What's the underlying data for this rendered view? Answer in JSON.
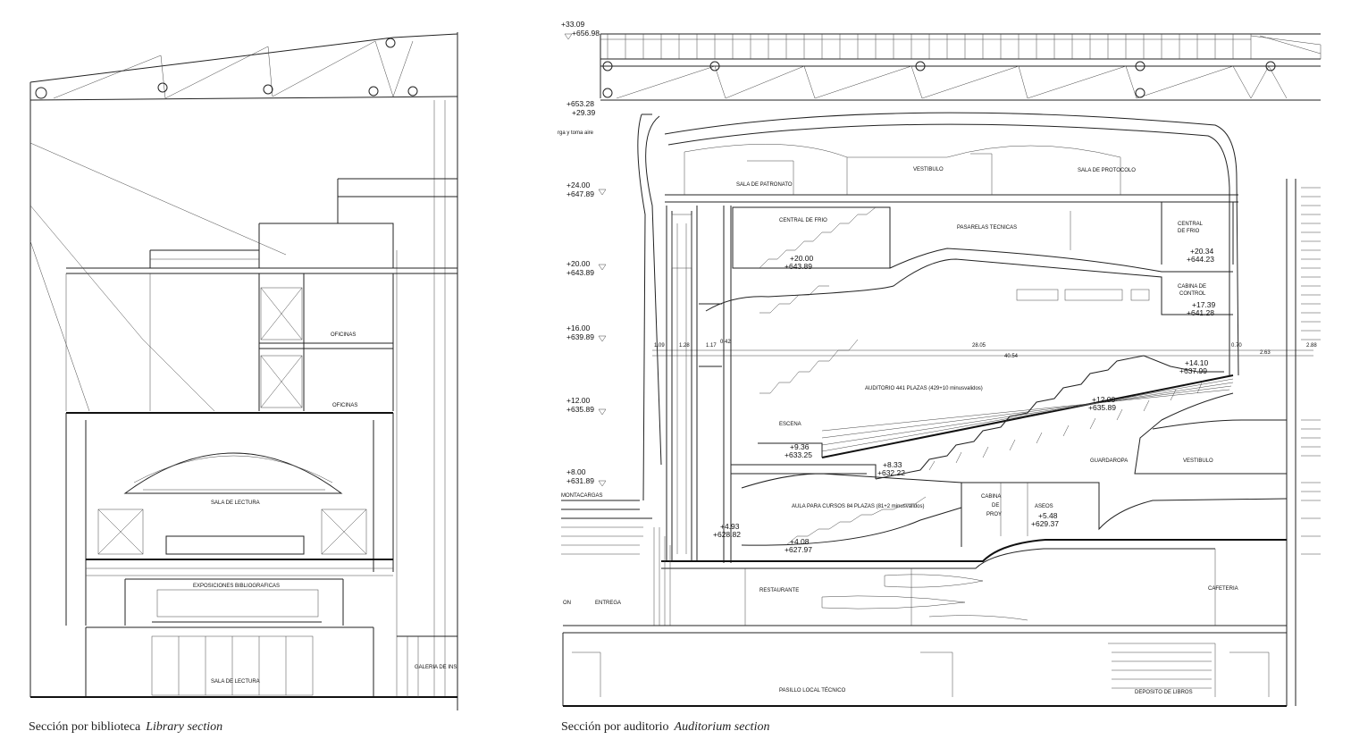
{
  "captions": {
    "library": {
      "es": "Sección por biblioteca",
      "en": "Library section"
    },
    "auditorium": {
      "es": "Sección por auditorio",
      "en": "Auditorium section"
    }
  },
  "library_labels": {
    "oficinas_1": "OFICINAS",
    "oficinas_2": "OFICINAS",
    "sala_lectura_1": "SALA DE LECTURA",
    "exposiciones": "EXPOSICIONES BIBLIOGRAFICAS",
    "sala_lectura_2": "SALA DE LECTURA",
    "galeria": "GALERIA DE INS"
  },
  "auditorium_labels": {
    "sala_patronato": "SALA DE PATRONATO",
    "vestibulo_top": "VESTIBULO",
    "sala_protocolo": "SALA DE PROTOCOLO",
    "central_frio_1": "CENTRAL DE FRIO",
    "pasarelas": "PASARELAS TECNICAS",
    "central_frio_2a": "CENTRAL",
    "central_frio_2b": "DE FRIO",
    "cabina_control_a": "CABINA DE",
    "cabina_control_b": "CONTROL",
    "auditorio": "AUDITORIO 441 PLAZAS (429+10 minusvalidos)",
    "escena": "ESCENA",
    "guardaropa": "GUARDAROPA",
    "vestibulo_mid": "VESTIBULO",
    "montacargas": "MONTACARGAS",
    "aula": "AULA PARA CURSOS 84 PLAZAS (81+2 minusvalidos)",
    "cabina_proy_a": "CABINA",
    "cabina_proy_b": "DE",
    "cabina_proy_c": "PROY",
    "aseos": "ASEOS",
    "restaurante": "RESTAURANTE",
    "entrega": "ENTREGA",
    "on": "ON",
    "cafeteria": "CAFETERIA",
    "pasillo": "PASILLO LOCAL TÉCNICO",
    "deposito": "DEPOSITO DE LIBROS",
    "carga": "rga y toma aire"
  },
  "levels_left": [
    {
      "rel": "+33.09",
      "abs": "+656.98"
    },
    {
      "rel": "+653.28",
      "abs": "+29.39"
    },
    {
      "rel": "+24.00",
      "abs": "+647.89"
    },
    {
      "rel": "+20.00",
      "abs": "+643.89"
    },
    {
      "rel": "+16.00",
      "abs": "+639.89"
    },
    {
      "rel": "+12.00",
      "abs": "+635.89"
    },
    {
      "rel": "+8.00",
      "abs": "+631.89"
    }
  ],
  "levels_inner": [
    {
      "rel": "+20.00",
      "abs": "+643.89"
    },
    {
      "rel": "+20.34",
      "abs": "+644.23"
    },
    {
      "rel": "+17.39",
      "abs": "+641.28"
    },
    {
      "rel": "+14.10",
      "abs": "+637.99"
    },
    {
      "rel": "+12.00",
      "abs": "+635.89"
    },
    {
      "rel": "+9.36",
      "abs": "+633.25"
    },
    {
      "rel": "+8.33",
      "abs": "+632.22"
    },
    {
      "rel": "+4.93",
      "abs": "+628.82"
    },
    {
      "rel": "+4.08",
      "abs": "+627.97"
    },
    {
      "rel": "+5.48",
      "abs": "+629.37"
    }
  ],
  "dimensions": {
    "d1": "1.09",
    "d2": "1.28",
    "d3": "1.17",
    "d4": "0.42",
    "d5": "28.05",
    "d6": "40.54",
    "d7": "0.70",
    "d8": "2.63",
    "d9": "2.88"
  }
}
